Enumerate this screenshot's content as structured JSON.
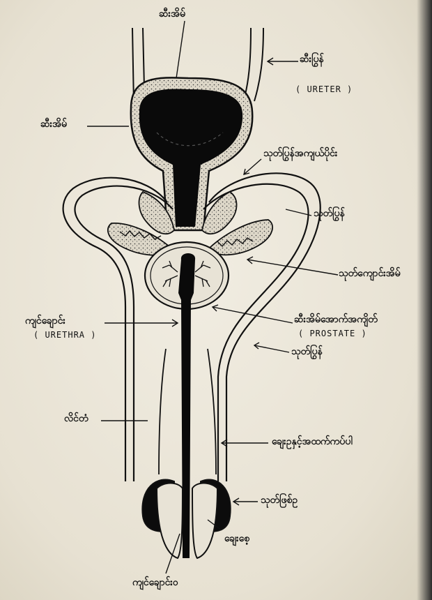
{
  "labels": {
    "bladder_top": "ဆီးအိမ်",
    "bladder_left": "ဆီးအိမ်",
    "ureter_my": "ဆီးပြွန်",
    "ureter_en": "( URETER )",
    "seminal_vesicle_duct": "သုတ်ပြွန်အကျယ်ပိုင်း",
    "vas_deferens_upper": "သုတ်ပြွန်",
    "seminal_vesicle": "သုတ်ကျောင်းအိမ်",
    "urethra_my": "ကျင်ချောင်း",
    "urethra_en": "( URETHRA )",
    "prostate_my": "ဆီးအိမ်အောက်အကျိတ်",
    "prostate_en": "( PROSTATE )",
    "vas_deferens_lower": "သုတ်ပြွန်",
    "penis": "လိင်တံ",
    "epididymis": "ချေးဥနှင့်အထက်ကပ်ပါ",
    "testis": "သုတ်ဖြစ်ဥ",
    "scrotum": "ချေးစေ့",
    "urethral_opening": "ကျင်ချောင်းဝ"
  },
  "colors": {
    "ink": "#111111",
    "paper": "#ece7da",
    "stipple_fill": "#d8d2c4"
  }
}
